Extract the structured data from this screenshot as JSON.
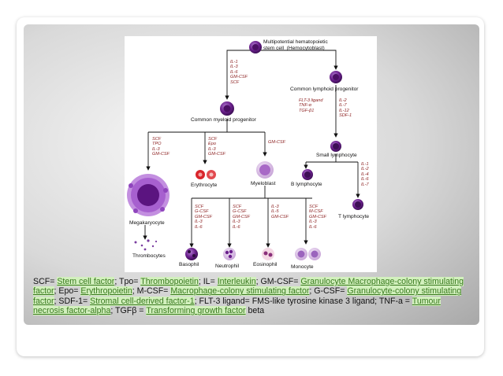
{
  "cells": {
    "stem": "Multipotential hematopoietic\nstem cell  (Hemocytoblast)",
    "lymphoid_progenitor": "Common lymphoid progenitor",
    "myeloid_progenitor": "Common myeloid progenitor",
    "small_lymphocyte": "Small lymphocyte",
    "megakaryocyte": "Megakaryocyte",
    "erythrocyte": "Erythrocyte",
    "myeloblast": "Myeloblast",
    "b_lymphocyte": "B lymphocyte",
    "t_lymphocyte": "T lymphocyte",
    "thrombocytes": "Thrombocytes",
    "basophil": "Basophil",
    "neutrophil": "Neutrophil",
    "eosinophil": "Eosinophil",
    "monocyte": "Monocyte"
  },
  "factors": {
    "stem_to_myeloid": "IL-1\nIL-3\nIL-6\nGM-CSF\nSCF",
    "lymphoid_a": "FLT-3 ligand\nTNF-α\nTGF-β1",
    "lymphoid_b": "IL-2\nIL-7\nIL-12\nSDF-1",
    "megakaryocyte": "SCF\nTPO\nIL-3\nGM-CSF",
    "erythrocyte": "SCF\nEpo\nIL-3\nGM-CSF",
    "myeloblast": "GM-CSF",
    "t_lymphocyte": "IL-1\nIL-2\nIL-4\nIL-6\nIL-7",
    "basophil": "SCF\nG-CSF\nGM-CSF\nIL-3\nIL-6",
    "neutrophil": "SCF\nG-CSF\nGM-CSF\nIL-3\nIL-6",
    "eosinophil": "IL-3\nIL-5\nGM-CSF",
    "monocyte": "SCF\nM-CSF\nGM-CSF\nIL-3\nIL-6"
  },
  "caption": {
    "p1": "SCF= ",
    "l1": "Stem cell factor",
    "p2": "; Tpo= ",
    "l2": "Thrombopoietin",
    "p3": "; IL= ",
    "l3": "Interleukin",
    "p4": "; GM-CSF= ",
    "l4": "Granulocyte Macrophage-colony stimulating factor",
    "p5": "; Epo= ",
    "l5": "Erythropoietin",
    "p6": "; M-CSF= ",
    "l6": "Macrophage-colony stimulating factor",
    "p7": "; G-CSF= ",
    "l7": "Granulocyte-colony stimulating factor",
    "p8": "; SDF-1= ",
    "l8": "Stromal cell-derived factor-1",
    "p9": "; FLT-3 ligand= FMS-like tyrosine kinase 3 ligand; TNF-a = ",
    "l9": "Tumour necrosis factor-alpha",
    "p10": "; TGFβ = ",
    "l10": "Transforming growth factor",
    "p11": " beta"
  },
  "colors": {
    "cell_purple": "#6a1f8c",
    "cell_light": "#c9a6d8",
    "erythrocyte_red": "#d9252b",
    "factor_text": "#8a1c1c",
    "link_green": "#3a7a20"
  }
}
